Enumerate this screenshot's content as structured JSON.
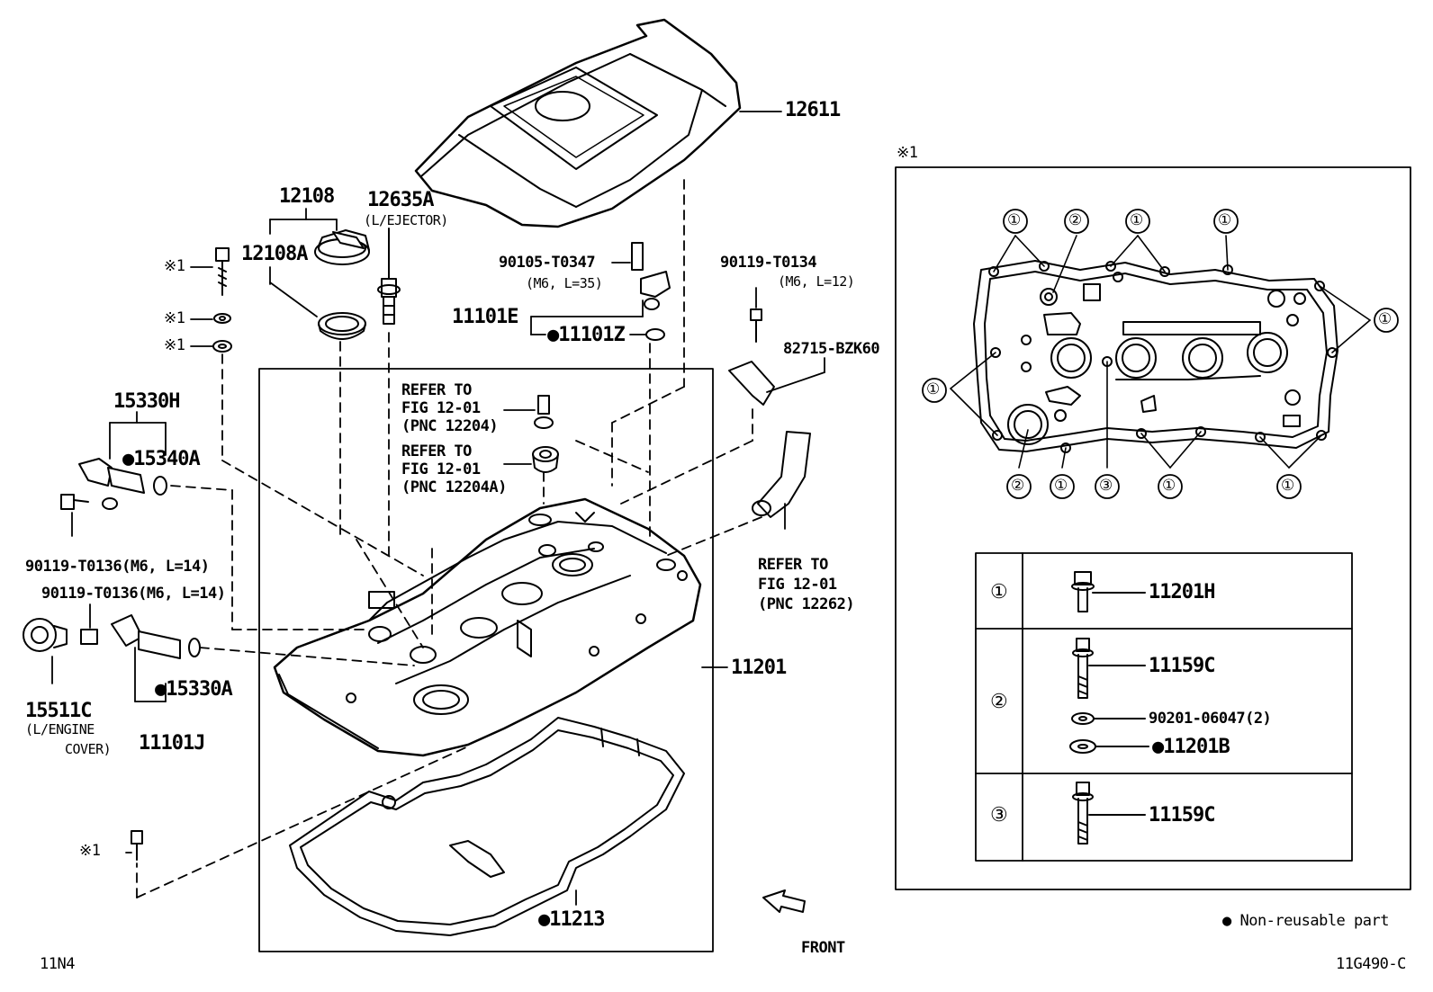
{
  "labels": {
    "p12611": "12611",
    "p12108": "12108",
    "p12108A": "12108A",
    "p12635A": "12635A",
    "p12635A_note": "(L/EJECTOR)",
    "p90105": "90105-T0347",
    "p90105_note": "(M6, L=35)",
    "p11101E": "11101E",
    "p11101Z": "●11101Z",
    "p90119_T0134": "90119-T0134",
    "p90119_T0134_note": "(M6, L=12)",
    "p82715": "82715-BZK60",
    "mark1_a": "※1",
    "mark1_b": "※1",
    "mark1_c": "※1",
    "mark1_d": "※1",
    "p15330H": "15330H",
    "p15340A": "●15340A",
    "ref1_l1": "REFER TO",
    "ref1_l2": "FIG 12-01",
    "ref1_l3": "(PNC 12204)",
    "ref2_l1": "REFER TO",
    "ref2_l2": "FIG 12-01",
    "ref2_l3": "(PNC 12204A)",
    "ref3_l1": "REFER TO",
    "ref3_l2": "FIG 12-01",
    "ref3_l3": "(PNC 12262)",
    "p90119_T0136_a": "90119-T0136(M6, L=14)",
    "p90119_T0136_b": "90119-T0136(M6, L=14)",
    "p11201": "11201",
    "p15511C": "15511C",
    "p15511C_note1": "(L/ENGINE",
    "p15511C_note2": "COVER)",
    "p15330A": "●15330A",
    "p11101J": "11101J",
    "p11213": "●11213",
    "front": "FRONT",
    "page_code": "11N4",
    "figure_code": "11G490-C",
    "legend": "● Non-reusable part"
  },
  "inset": {
    "title": "※1",
    "callouts": {
      "c1": "①",
      "c2": "②",
      "c3": "③"
    },
    "table": [
      {
        "key": "①",
        "parts": [
          "11201H"
        ]
      },
      {
        "key": "②",
        "parts": [
          "11159C",
          "90201-06047(2)",
          "●11201B"
        ]
      },
      {
        "key": "③",
        "parts": [
          "11159C"
        ]
      }
    ]
  }
}
